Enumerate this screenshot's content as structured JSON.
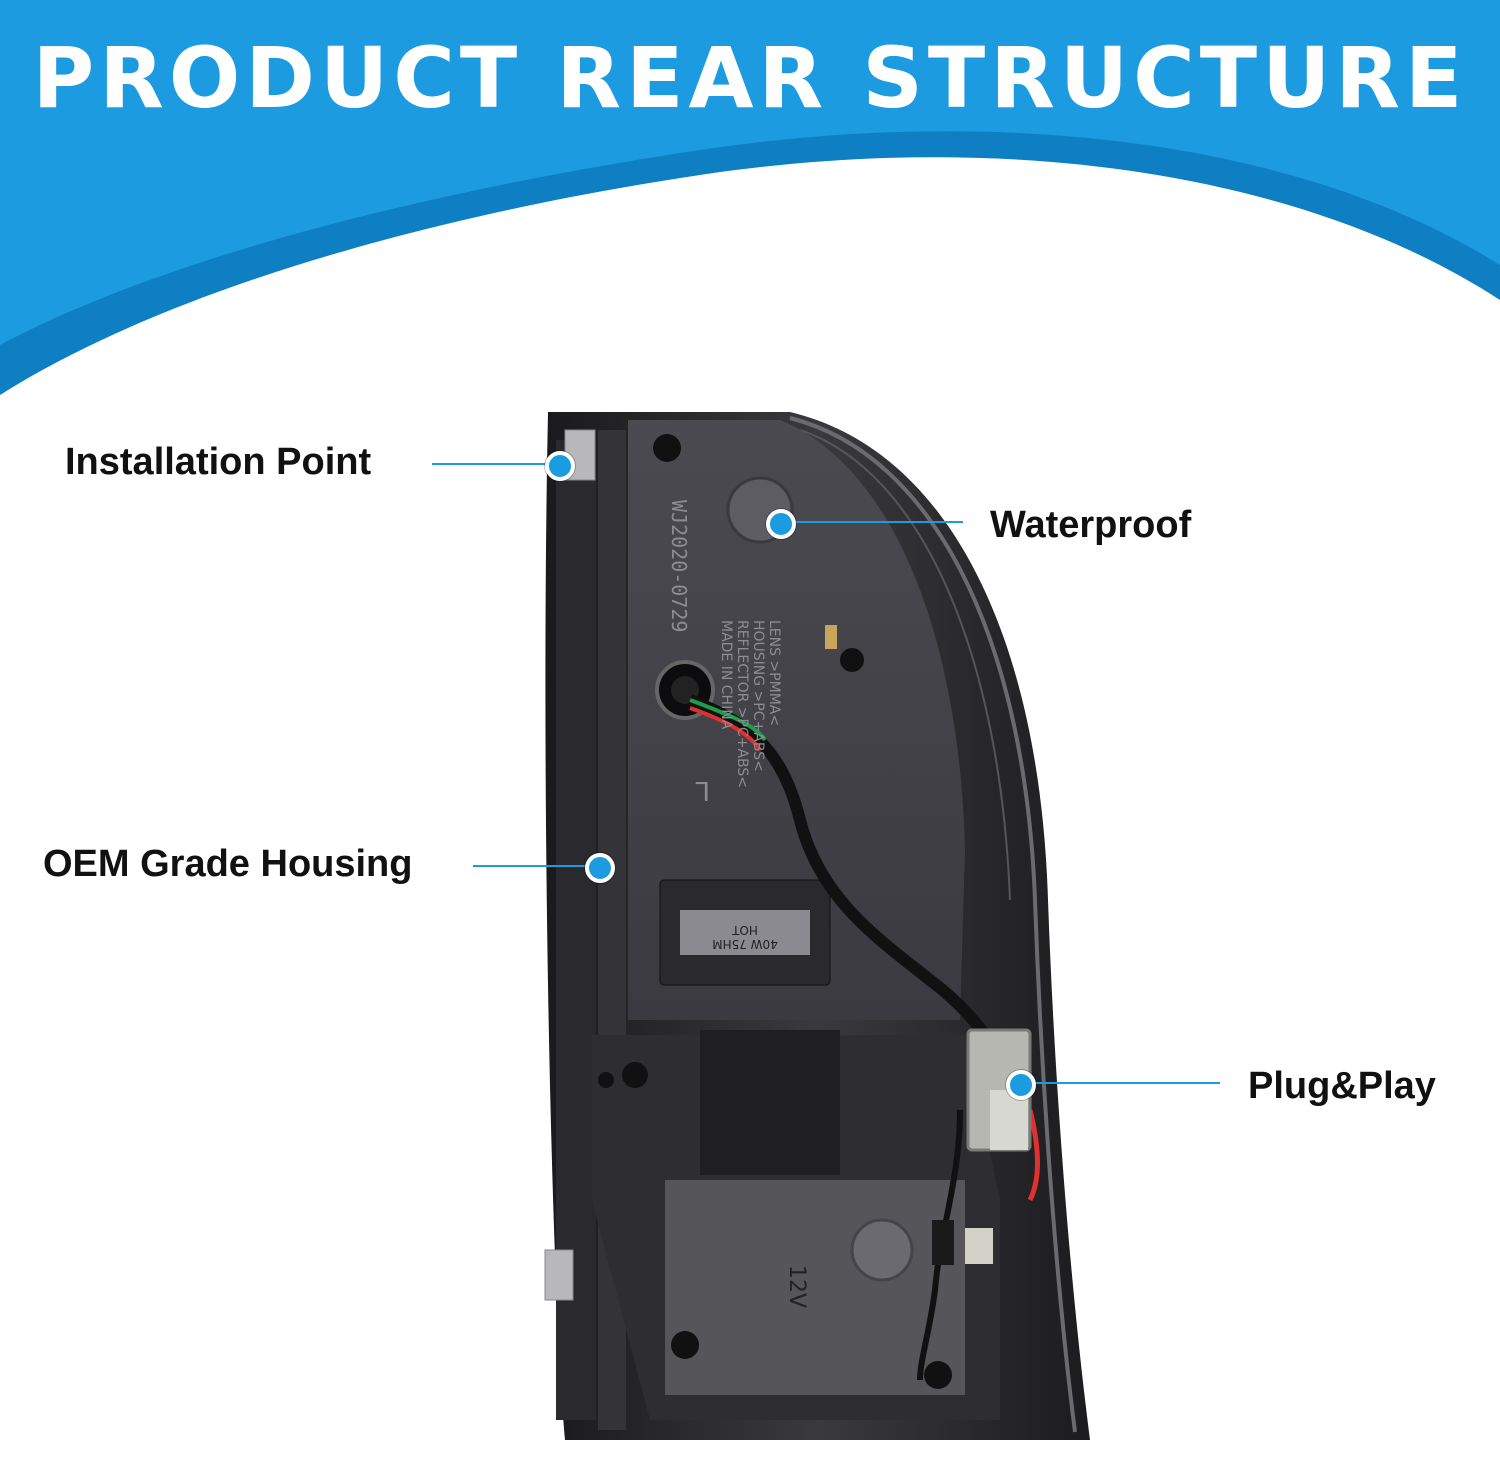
{
  "banner": {
    "title": "PRODUCT REAR STRUCTURE",
    "accent_color": "#1c9be0",
    "shade_color": "#0f7fc4"
  },
  "callouts": [
    {
      "id": "installation",
      "label": "Installation Point"
    },
    {
      "id": "waterproof",
      "label": "Waterproof"
    },
    {
      "id": "housing",
      "label": "OEM Grade Housing"
    },
    {
      "id": "plug",
      "label": "Plug&Play"
    }
  ],
  "product": {
    "mold_code": "WJ2020-0729",
    "material_lines": [
      "LENS >PMMA<",
      "HOUSING >PC+ABS<",
      "REFLECTOR >PC+ABS<",
      "MADE IN CHINA"
    ],
    "bulb_marking": [
      "40W 75HM",
      "HOT"
    ],
    "voltage_marking": "12V",
    "side_marking": "L"
  }
}
